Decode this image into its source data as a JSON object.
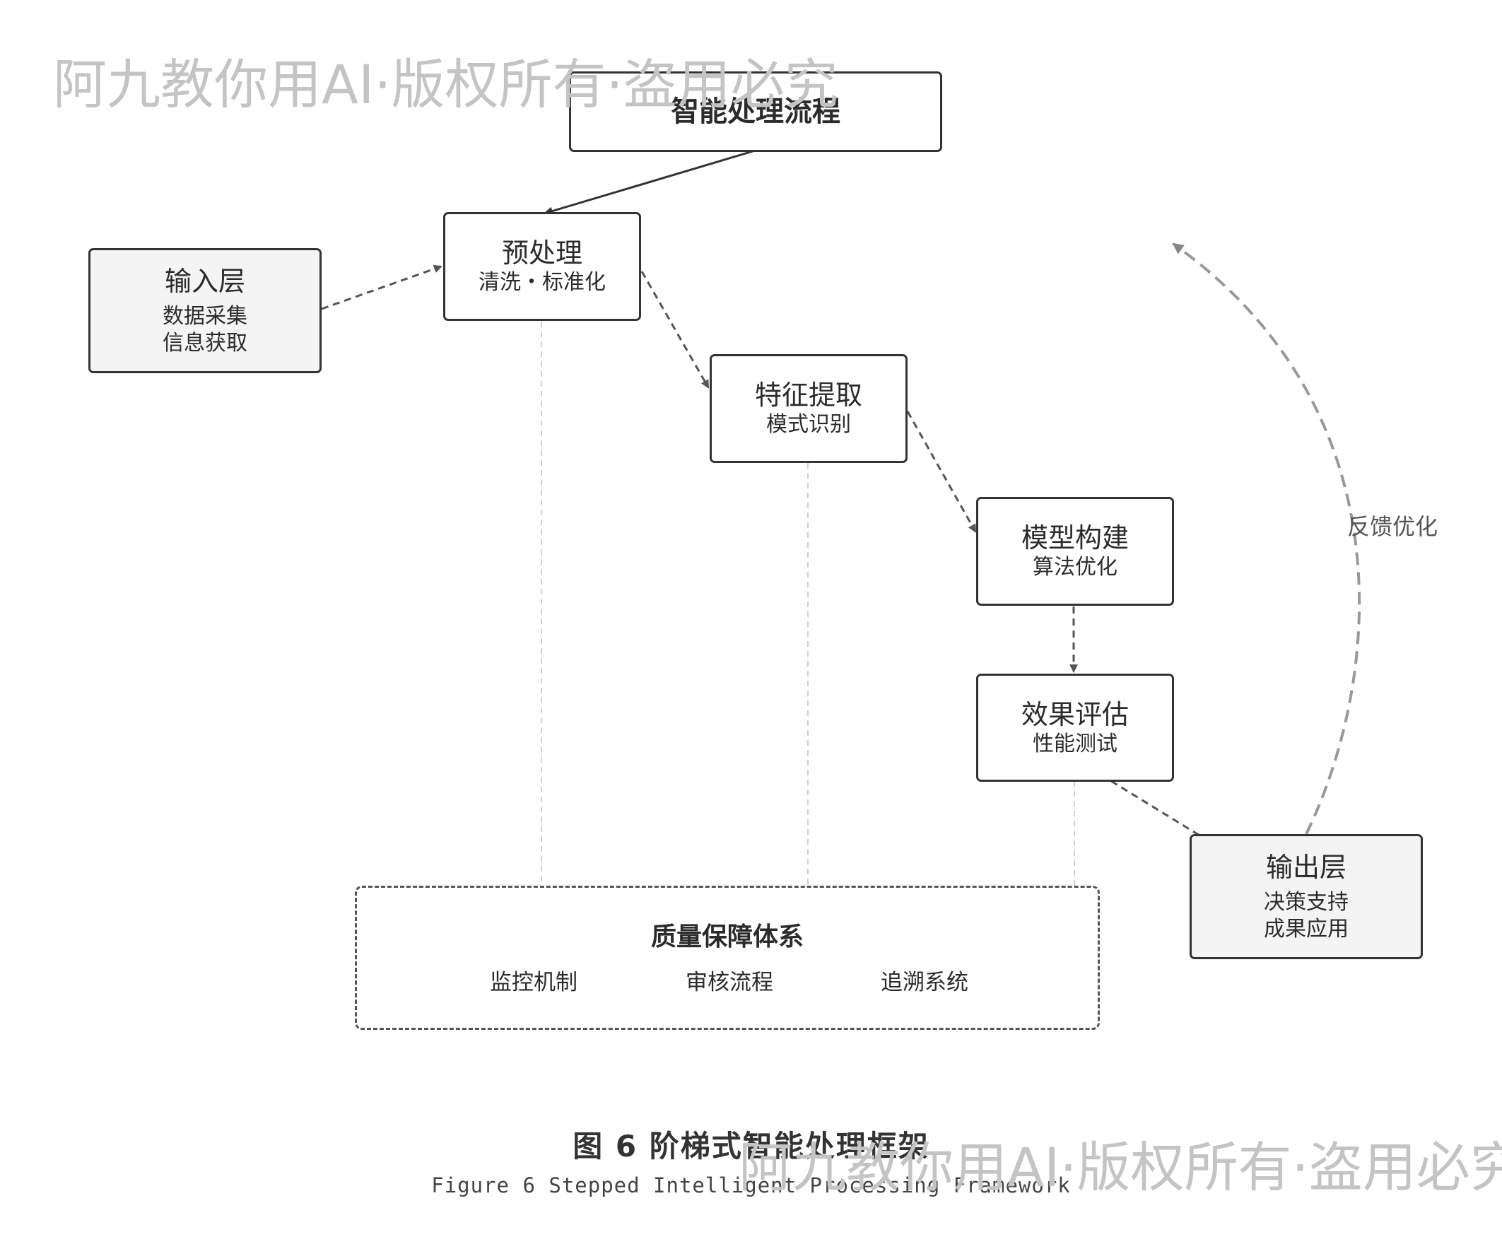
{
  "watermark": "阿九教你用AI·版权所有·盗用必究",
  "title": "智能处理流程",
  "nodes": {
    "input": {
      "title": "输入层",
      "lines": [
        "数据采集",
        "信息获取"
      ]
    },
    "preprocess": {
      "title": "预处理",
      "sub": "清洗・标准化"
    },
    "feature": {
      "title": "特征提取",
      "sub": "模式识别"
    },
    "model": {
      "title": "模型构建",
      "sub": "算法优化"
    },
    "evaluate": {
      "title": "效果评估",
      "sub": "性能测试"
    },
    "output": {
      "title": "输出层",
      "lines": [
        "决策支持",
        "成果应用"
      ]
    }
  },
  "feedback_label": "反馈优化",
  "qa": {
    "title": "质量保障体系",
    "items": [
      "监控机制",
      "审核流程",
      "追溯系统"
    ]
  },
  "caption": {
    "zh": "图 6 阶梯式智能处理框架",
    "en": "Figure 6 Stepped Intelligent Processing Framework"
  },
  "colors": {
    "stroke": "#333333",
    "dashed": "#555555",
    "guide": "#cfcfcf",
    "io_fill": "#f4f4f4"
  }
}
